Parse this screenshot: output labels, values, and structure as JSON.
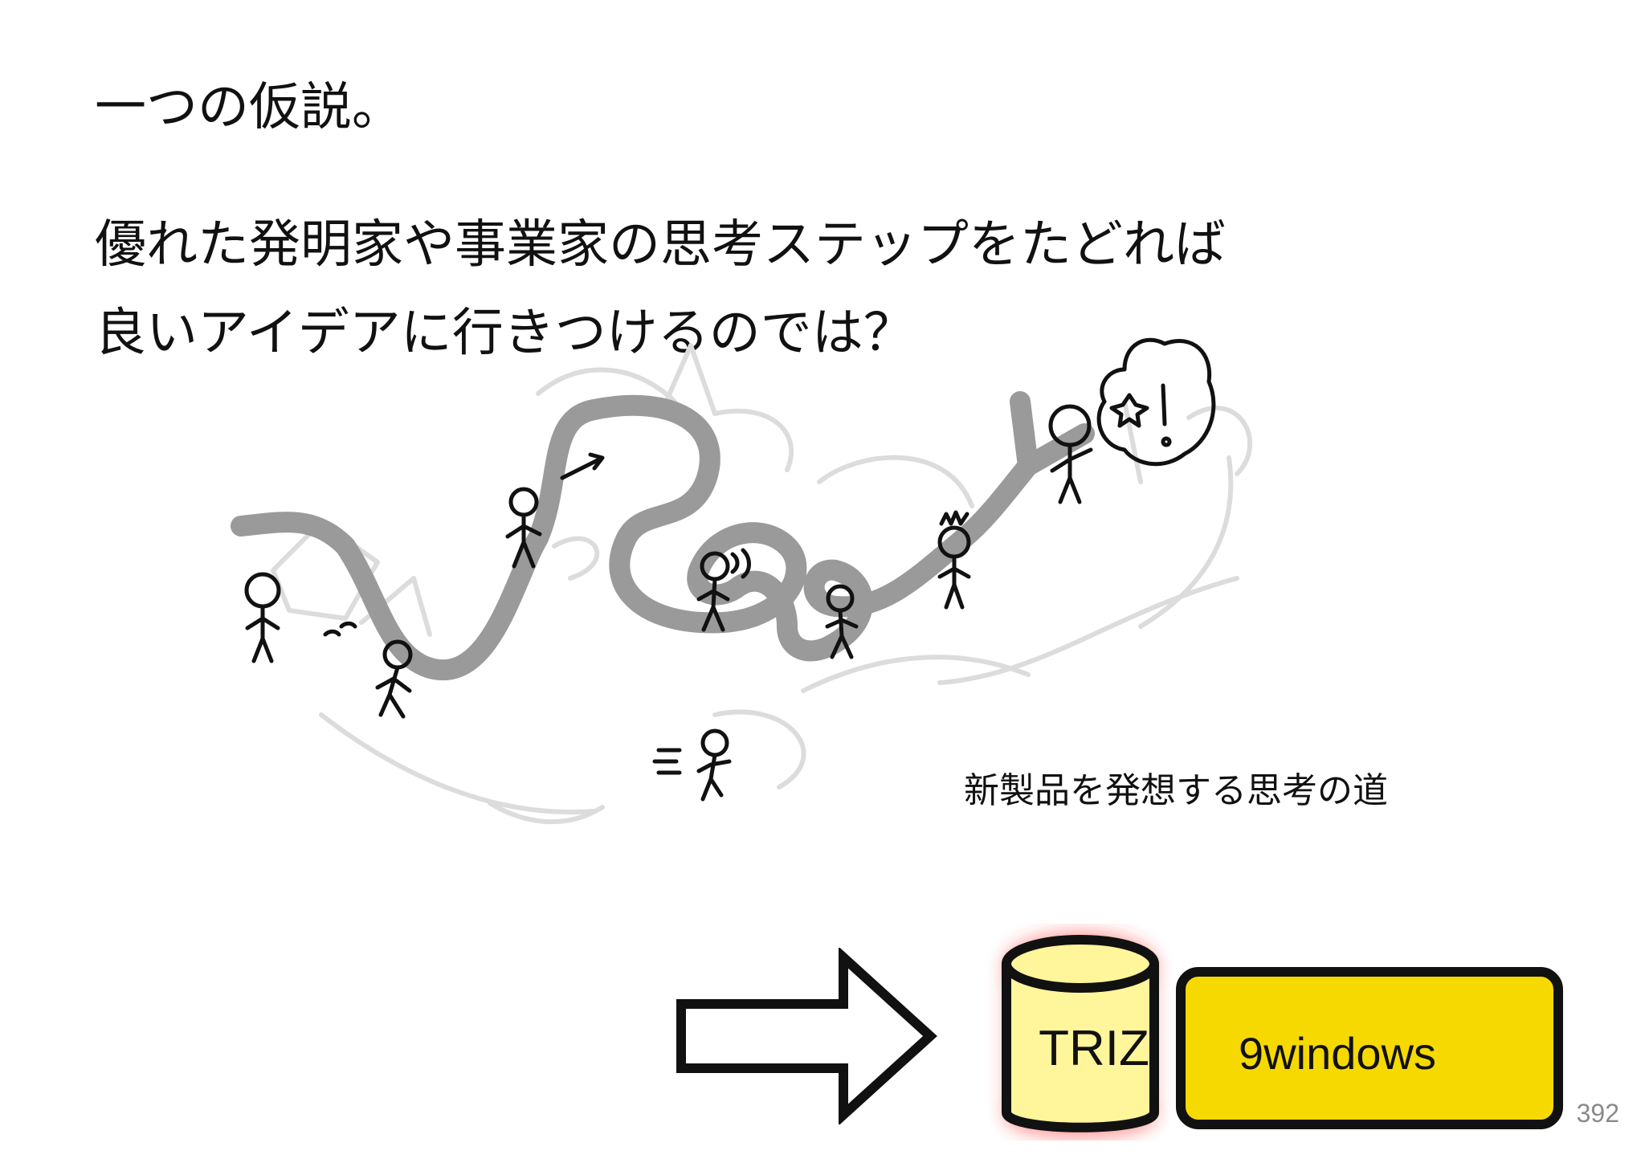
{
  "slide": {
    "title": "一つの仮説。",
    "body_lines": [
      "優れた発明家や事業家の思考ステップをたどれば",
      "良いアイデアに行きつけるのでは？"
    ],
    "caption": "新製品を発想する思考の道",
    "triz_label": "TRIZ",
    "windows_label": "9windows",
    "page_number": "392"
  },
  "colors": {
    "path_gray": "#9a9a9a",
    "faint_sketch": "#d8d8d8",
    "triz_fill": "#fff59a",
    "windows_fill": "#f6d900",
    "glow_red": "#ff2a2a"
  }
}
